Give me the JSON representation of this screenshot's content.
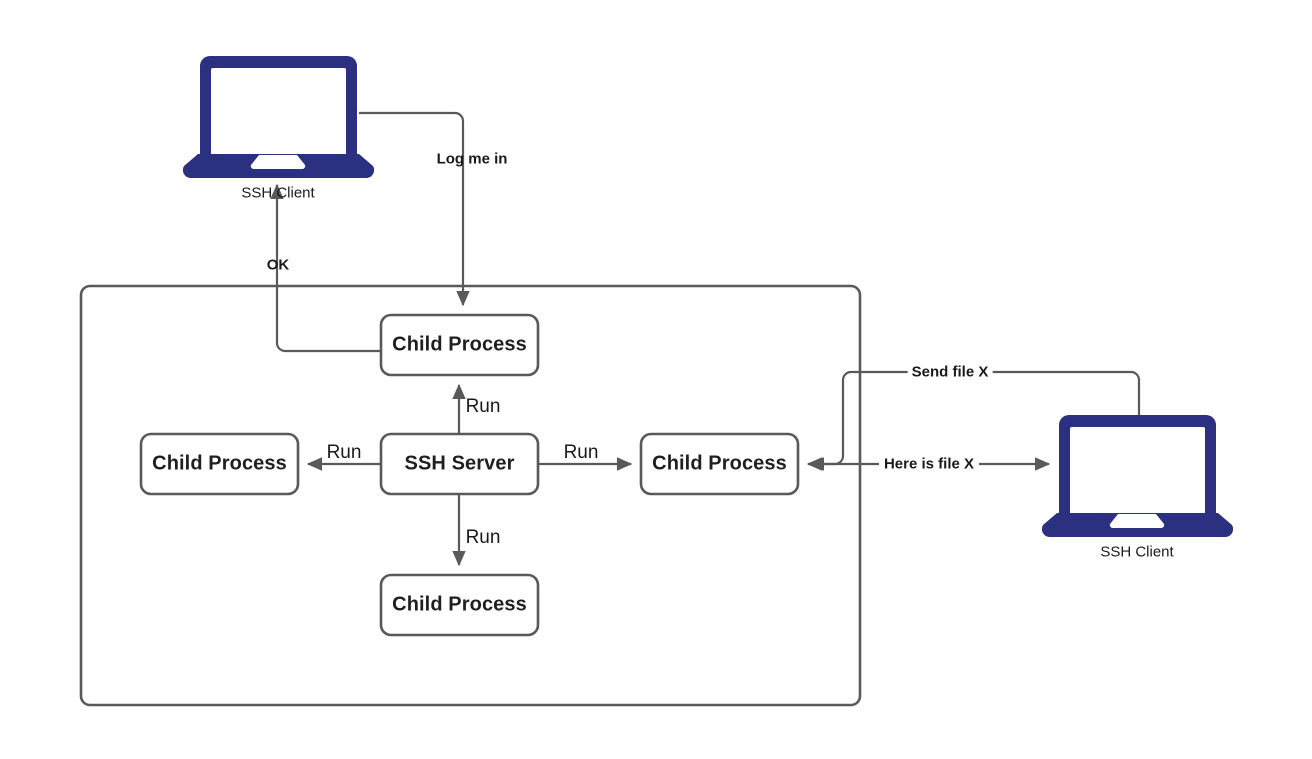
{
  "diagram": {
    "title": "SSH Server child process architecture",
    "colors": {
      "laptop_navy": "#2b3180",
      "stroke_gray": "#595959",
      "text_dark": "#1a1a1a",
      "background": "#ffffff"
    },
    "container": {
      "name": "ssh-server-host-boundary"
    },
    "nodes": [
      {
        "id": "ssh-client-top",
        "label": "SSH Client",
        "type": "laptop"
      },
      {
        "id": "ssh-client-right",
        "label": "SSH Client",
        "type": "laptop"
      },
      {
        "id": "child-process-top",
        "label": "Child Process",
        "type": "box"
      },
      {
        "id": "ssh-server",
        "label": "SSH Server",
        "type": "box"
      },
      {
        "id": "child-process-left",
        "label": "Child Process",
        "type": "box"
      },
      {
        "id": "child-process-right",
        "label": "Child Process",
        "type": "box"
      },
      {
        "id": "child-process-bottom",
        "label": "Child Process",
        "type": "box"
      }
    ],
    "edges": [
      {
        "id": "log-me-in",
        "label": "Log me in",
        "from": "ssh-client-top",
        "to": "child-process-top",
        "orientation": "horizontal"
      },
      {
        "id": "ok",
        "label": "OK",
        "from": "child-process-top",
        "to": "ssh-client-top",
        "orientation": "horizontal"
      },
      {
        "id": "run-up",
        "label": "Run",
        "from": "ssh-server",
        "to": "child-process-top",
        "orientation": "vertical"
      },
      {
        "id": "run-left",
        "label": "Run",
        "from": "ssh-server",
        "to": "child-process-left",
        "orientation": "horizontal"
      },
      {
        "id": "run-right",
        "label": "Run",
        "from": "ssh-server",
        "to": "child-process-right",
        "orientation": "horizontal"
      },
      {
        "id": "run-down",
        "label": "Run",
        "from": "ssh-server",
        "to": "child-process-bottom",
        "orientation": "vertical"
      },
      {
        "id": "send-file-x",
        "label": "Send file X",
        "from": "ssh-client-right",
        "to": "child-process-right",
        "orientation": "horizontal"
      },
      {
        "id": "here-is-file-x",
        "label": "Here is file X",
        "from": "child-process-right",
        "to": "ssh-client-right",
        "orientation": "horizontal"
      }
    ]
  }
}
